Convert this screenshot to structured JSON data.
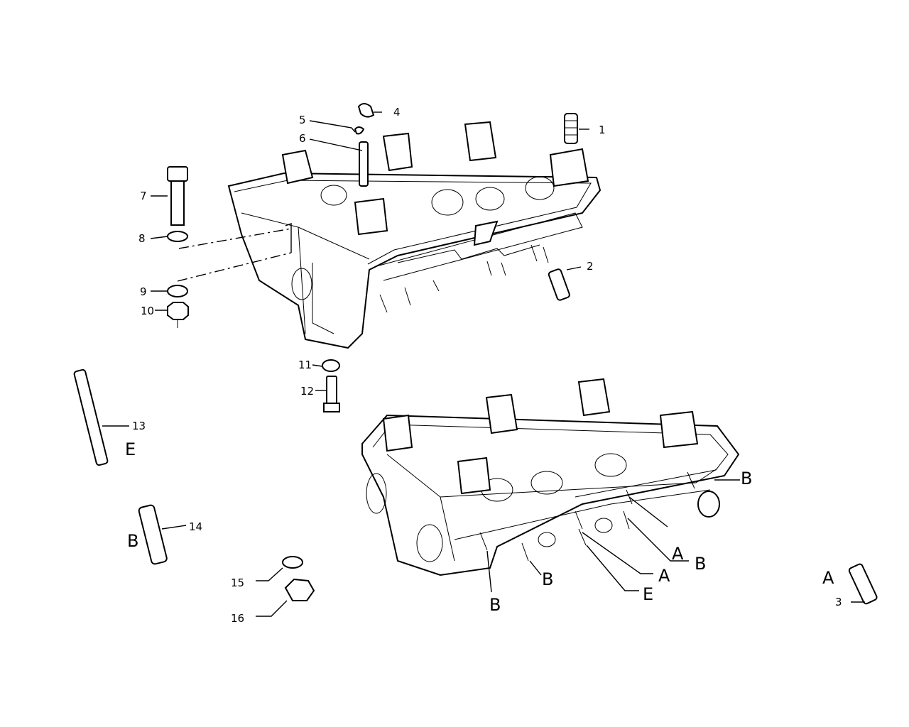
{
  "callouts": {
    "n1": "1",
    "n2": "2",
    "n3": "3",
    "n4": "4",
    "n5": "5",
    "n6": "6",
    "n7": "7",
    "n8": "8",
    "n9": "9",
    "n10": "10",
    "n11": "11",
    "n12": "12",
    "n13": "13",
    "n14": "14",
    "n15": "15",
    "n16": "16"
  },
  "letters": {
    "e13": "E",
    "b14": "B",
    "a3": "A",
    "head_b1": "B",
    "head_a1": "A",
    "head_b2": "B",
    "head_a2": "A",
    "head_e": "E",
    "head_b3": "B",
    "head_b4": "B"
  }
}
